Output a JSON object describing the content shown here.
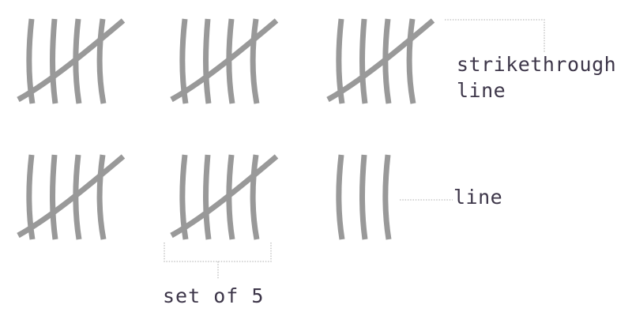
{
  "colors": {
    "tally_stroke": "#999999",
    "annotation_line": "#bdbdbd",
    "label_text": "#3d3649",
    "background": "#ffffff"
  },
  "tally_groups": [
    {
      "row": 1,
      "column": 1,
      "count": 5
    },
    {
      "row": 1,
      "column": 2,
      "count": 5
    },
    {
      "row": 1,
      "column": 3,
      "count": 5
    },
    {
      "row": 2,
      "column": 1,
      "count": 5
    },
    {
      "row": 2,
      "column": 2,
      "count": 5
    },
    {
      "row": 2,
      "column": 3,
      "count": 3
    }
  ],
  "annotations": {
    "strikethrough_label_line1": "strikethrough",
    "strikethrough_label_line2": "line",
    "line_label": "line",
    "set_label": "set of 5"
  }
}
